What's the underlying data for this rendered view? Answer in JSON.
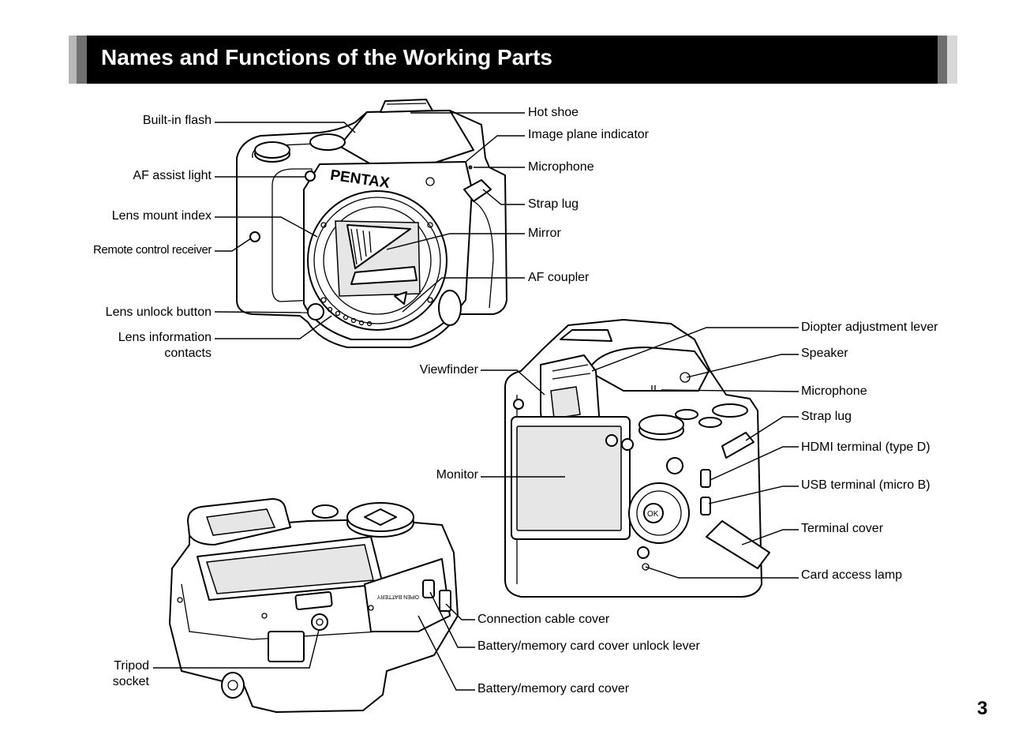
{
  "header": {
    "title": "Names and Functions of the Working Parts"
  },
  "front_view": {
    "left_labels": [
      "Built-in flash",
      "AF assist light",
      "Lens mount index",
      "Remote control receiver",
      "Lens unlock button"
    ],
    "lens_info": {
      "line1": "Lens information",
      "line2": "contacts"
    },
    "brand": "PENTAX",
    "right_labels": [
      "Hot shoe",
      "Image plane indicator",
      "Microphone",
      "Strap lug",
      "Mirror",
      "AF coupler"
    ]
  },
  "back_view": {
    "left_labels": [
      "Viewfinder",
      "Monitor"
    ],
    "right_labels": [
      "Diopter adjustment lever",
      "Speaker",
      "Microphone",
      "Strap lug",
      "HDMI terminal (type D)",
      "USB terminal (micro B)",
      "Terminal cover",
      "Card access lamp"
    ]
  },
  "bottom_view": {
    "tripod": {
      "line1": "Tripod",
      "line2": "socket"
    },
    "right_labels": [
      "Connection cable cover",
      "Battery/memory card cover unlock lever",
      "Battery/memory card cover"
    ]
  },
  "page_number": "3"
}
